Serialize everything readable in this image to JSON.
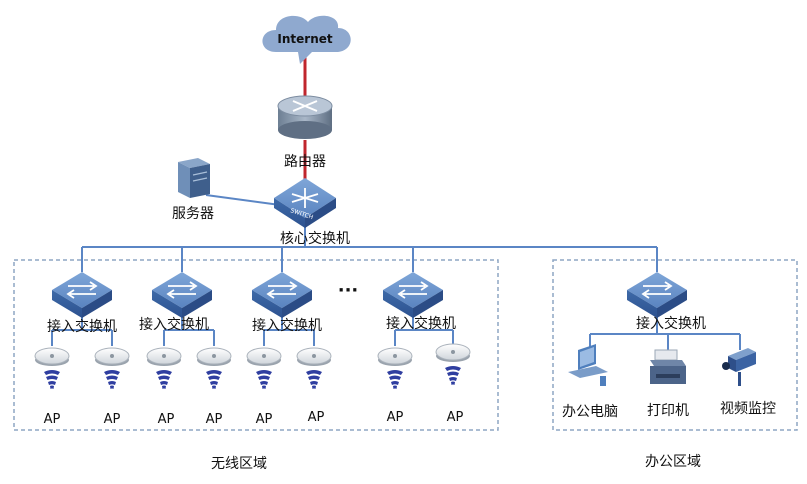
{
  "internet": {
    "label": "Internet"
  },
  "router": {
    "label": "路由器"
  },
  "server": {
    "label": "服务器"
  },
  "core_switch": {
    "label": "核心交换机",
    "badge": "SWITCH"
  },
  "access_switch_label": "接入交换机",
  "ap_label": "AP",
  "ellipsis": "···",
  "wireless_zone": {
    "label": "无线区域"
  },
  "office_zone": {
    "label": "办公区域"
  },
  "office_devices": {
    "pc": "办公电脑",
    "printer": "打印机",
    "camera": "视频监控"
  },
  "colors": {
    "link_blue": "#5b86c5",
    "link_red": "#c0262d",
    "cloud": "#8fa9cf",
    "device_blue": "#4f7fbd",
    "zone_border": "#8ea6c4"
  }
}
